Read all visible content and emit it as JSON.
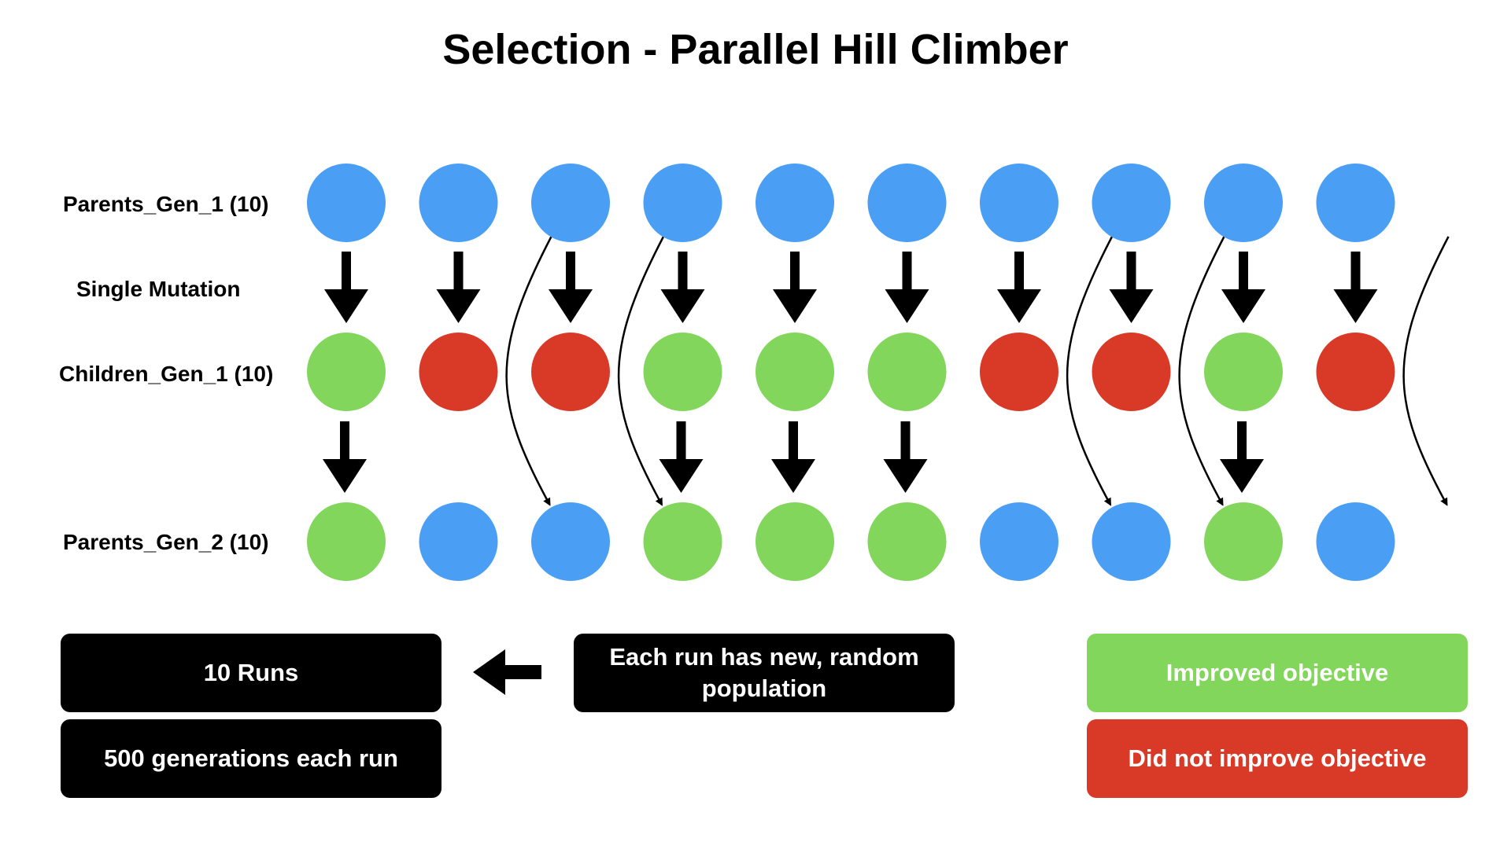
{
  "title": "Selection - Parallel Hill Climber",
  "row_labels": {
    "parents_gen_1": "Parents_Gen_1 (10)",
    "single_mutation": "Single Mutation",
    "children_gen_1": "Children_Gen_1 (10)",
    "parents_gen_2": "Parents_Gen_2 (10)"
  },
  "colors": {
    "parent": "#4a9ff5",
    "improved": "#82d65b",
    "not_improved": "#d93a27",
    "arrow": "#000000"
  },
  "individual_count": 10,
  "children_improved": [
    true,
    false,
    false,
    true,
    true,
    true,
    false,
    false,
    true,
    false
  ],
  "boxes": {
    "runs": "10 Runs",
    "generations": "500 generations each run",
    "new_population": "Each run has new, random population"
  },
  "legend": {
    "improved": "Improved objective",
    "not_improved": "Did not improve objective"
  }
}
